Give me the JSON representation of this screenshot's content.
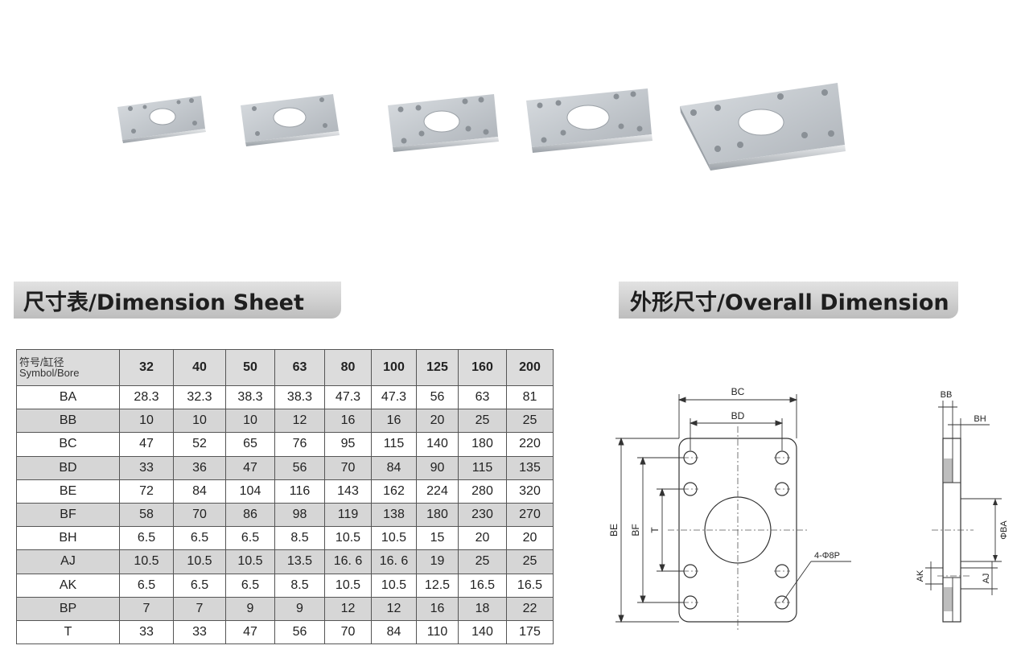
{
  "headers": {
    "dimension_sheet": "尺寸表/Dimension Sheet",
    "overall_dimension": "外形尺寸/Overall Dimension"
  },
  "table": {
    "corner_line1": "符号/缸径",
    "corner_line2": "Symbol/Bore",
    "bores": [
      "32",
      "40",
      "50",
      "63",
      "80",
      "100",
      "125",
      "160",
      "200"
    ],
    "rows": [
      {
        "symbol": "BA",
        "values": [
          "28.3",
          "32.3",
          "38.3",
          "38.3",
          "47.3",
          "47.3",
          "56",
          "63",
          "81"
        ]
      },
      {
        "symbol": "BB",
        "values": [
          "10",
          "10",
          "10",
          "12",
          "16",
          "16",
          "20",
          "25",
          "25"
        ]
      },
      {
        "symbol": "BC",
        "values": [
          "47",
          "52",
          "65",
          "76",
          "95",
          "115",
          "140",
          "180",
          "220"
        ]
      },
      {
        "symbol": "BD",
        "values": [
          "33",
          "36",
          "47",
          "56",
          "70",
          "84",
          "90",
          "115",
          "135"
        ]
      },
      {
        "symbol": "BE",
        "values": [
          "72",
          "84",
          "104",
          "116",
          "143",
          "162",
          "224",
          "280",
          "320"
        ]
      },
      {
        "symbol": "BF",
        "values": [
          "58",
          "70",
          "86",
          "98",
          "119",
          "138",
          "180",
          "230",
          "270"
        ]
      },
      {
        "symbol": "BH",
        "values": [
          "6.5",
          "6.5",
          "6.5",
          "8.5",
          "10.5",
          "10.5",
          "15",
          "20",
          "20"
        ]
      },
      {
        "symbol": "AJ",
        "values": [
          "10.5",
          "10.5",
          "10.5",
          "13.5",
          "16. 6",
          "16. 6",
          "19",
          "25",
          "25"
        ]
      },
      {
        "symbol": "AK",
        "values": [
          "6.5",
          "6.5",
          "6.5",
          "8.5",
          "10.5",
          "10.5",
          "12.5",
          "16.5",
          "16.5"
        ]
      },
      {
        "symbol": "BP",
        "values": [
          "7",
          "7",
          "9",
          "9",
          "12",
          "12",
          "16",
          "18",
          "22"
        ]
      },
      {
        "symbol": "T",
        "values": [
          "33",
          "33",
          "47",
          "56",
          "70",
          "84",
          "110",
          "140",
          "175"
        ]
      }
    ]
  },
  "drawing_labels": {
    "bc": "BC",
    "bd": "BD",
    "be": "BE",
    "bf": "BF",
    "t": "T",
    "holes": "4-Φ8P",
    "bb": "BB",
    "bh": "BH",
    "ba": "ΦBA",
    "ak": "AK",
    "aj": "AJ"
  },
  "photos": {
    "plate_count": 5,
    "plate_color": "#c9cdd2"
  }
}
